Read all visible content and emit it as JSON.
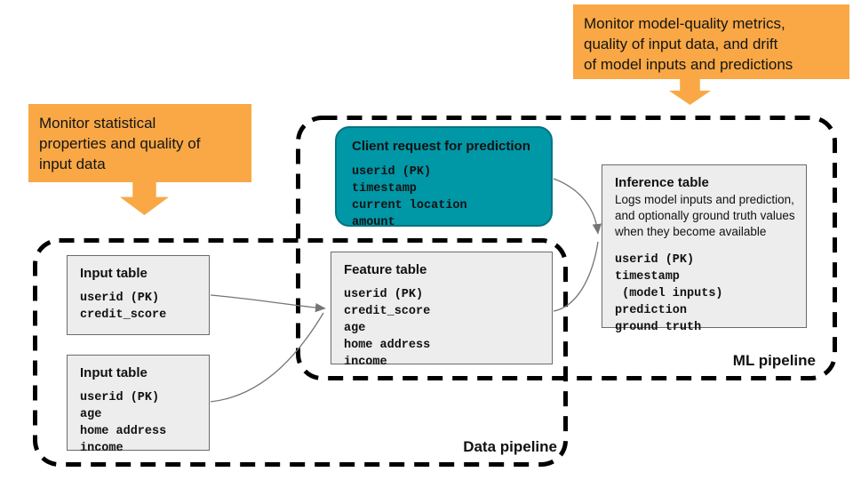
{
  "callouts": {
    "model_quality": {
      "lines": [
        "Monitor model-quality metrics,",
        "quality of input data, and drift",
        "of model inputs and predictions"
      ]
    },
    "statistical": {
      "lines": [
        "Monitor statistical",
        "properties and quality of",
        "input data"
      ]
    }
  },
  "pipelines": {
    "ml": {
      "label": "ML pipeline"
    },
    "data": {
      "label": "Data pipeline"
    }
  },
  "boxes": {
    "client_request": {
      "title": "Client request for prediction",
      "fields": [
        "userid (PK)",
        "timestamp",
        "current location",
        "amount"
      ]
    },
    "inference": {
      "title": "Inference table",
      "description_lines": [
        "Logs model inputs and prediction,",
        "and optionally ground truth values",
        "when they become available"
      ],
      "fields": [
        "userid (PK)",
        "timestamp",
        " (model inputs)",
        "prediction",
        "ground truth"
      ]
    },
    "feature": {
      "title": "Feature table",
      "fields": [
        "userid (PK)",
        "credit_score",
        "age",
        "home address",
        "income"
      ]
    },
    "input_top": {
      "title": "Input table",
      "fields": [
        "userid (PK)",
        "credit_score"
      ]
    },
    "input_bottom": {
      "title": "Input table",
      "fields": [
        "userid (PK)",
        "age",
        "home address",
        "income"
      ]
    }
  },
  "colors": {
    "callout_orange": "#F9A845",
    "teal_fill": "#0097A7",
    "teal_border": "#067482",
    "box_gray": "#EDEDED",
    "box_border": "#6B6B6B",
    "dash_color": "#000000",
    "arrow_color": "#757575"
  }
}
